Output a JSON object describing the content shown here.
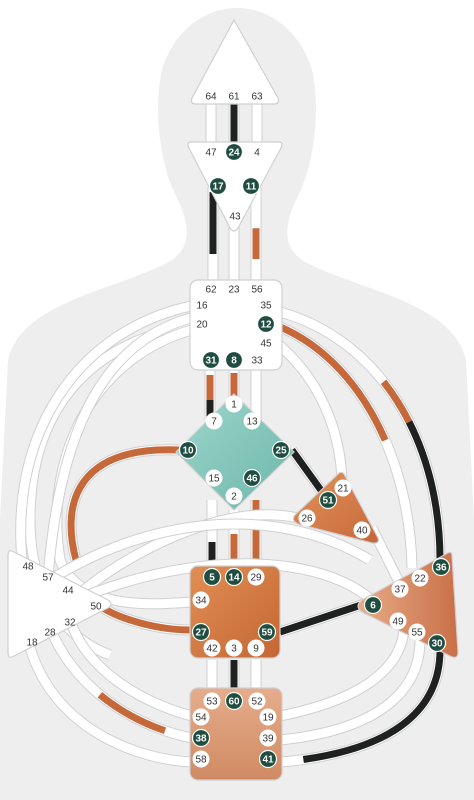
{
  "colors": {
    "silhouette": "#eeeeef",
    "channel_base": "#ffffff",
    "channel_edge": "#d0d0d3",
    "design": "#c5683a",
    "personality": "#1e211f",
    "active_gate": "#1f4d3f",
    "center_white": "#ffffff",
    "center_orange": "#d47e45",
    "center_teal": "#87c8bd"
  },
  "centers": {
    "head": {
      "gates": [
        {
          "n": "64"
        },
        {
          "n": "61"
        },
        {
          "n": "63"
        }
      ]
    },
    "ajna": {
      "gates": [
        {
          "n": "47"
        },
        {
          "n": "24",
          "active": true
        },
        {
          "n": "4"
        },
        {
          "n": "17",
          "active": true
        },
        {
          "n": "11",
          "active": true
        },
        {
          "n": "43"
        }
      ]
    },
    "throat": {
      "gates": [
        {
          "n": "62"
        },
        {
          "n": "23"
        },
        {
          "n": "56"
        },
        {
          "n": "16"
        },
        {
          "n": "35"
        },
        {
          "n": "20"
        },
        {
          "n": "12",
          "active": true
        },
        {
          "n": "45"
        },
        {
          "n": "31",
          "active": true
        },
        {
          "n": "8",
          "active": true
        },
        {
          "n": "33"
        }
      ]
    },
    "g": {
      "gates": [
        {
          "n": "1"
        },
        {
          "n": "7"
        },
        {
          "n": "13"
        },
        {
          "n": "10",
          "active": true
        },
        {
          "n": "25",
          "active": true
        },
        {
          "n": "15"
        },
        {
          "n": "46",
          "active": true
        },
        {
          "n": "2"
        }
      ]
    },
    "heart": {
      "gates": [
        {
          "n": "21"
        },
        {
          "n": "51",
          "active": true
        },
        {
          "n": "26"
        },
        {
          "n": "40"
        }
      ]
    },
    "spleen": {
      "gates": [
        {
          "n": "48"
        },
        {
          "n": "57"
        },
        {
          "n": "44"
        },
        {
          "n": "50"
        },
        {
          "n": "32"
        },
        {
          "n": "28"
        },
        {
          "n": "18"
        }
      ]
    },
    "sacral": {
      "gates": [
        {
          "n": "5",
          "active": true
        },
        {
          "n": "14",
          "active": true
        },
        {
          "n": "29"
        },
        {
          "n": "34"
        },
        {
          "n": "27",
          "active": true
        },
        {
          "n": "59",
          "active": true
        },
        {
          "n": "42"
        },
        {
          "n": "3"
        },
        {
          "n": "9"
        }
      ]
    },
    "solar": {
      "gates": [
        {
          "n": "36",
          "active": true
        },
        {
          "n": "22"
        },
        {
          "n": "37"
        },
        {
          "n": "6",
          "active": true
        },
        {
          "n": "49"
        },
        {
          "n": "55"
        },
        {
          "n": "30",
          "active": true
        }
      ]
    },
    "root": {
      "gates": [
        {
          "n": "53"
        },
        {
          "n": "60",
          "active": true
        },
        {
          "n": "52"
        },
        {
          "n": "54"
        },
        {
          "n": "19"
        },
        {
          "n": "38",
          "active": true
        },
        {
          "n": "39"
        },
        {
          "n": "58"
        },
        {
          "n": "41",
          "active": true
        }
      ]
    }
  }
}
